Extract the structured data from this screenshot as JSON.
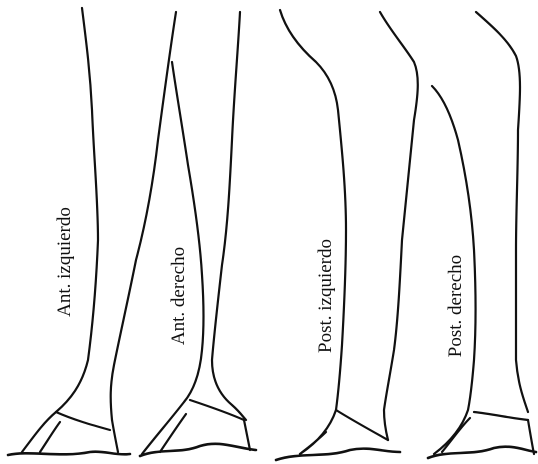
{
  "diagram": {
    "legs": [
      {
        "id": "ant-izq",
        "label": "Ant. izquierdo"
      },
      {
        "id": "ant-der",
        "label": "Ant. derecho"
      },
      {
        "id": "post-izq",
        "label": "Post. izquierdo"
      },
      {
        "id": "post-der",
        "label": "Post. derecho"
      }
    ],
    "colors": {
      "stroke": "#111111",
      "background": "#ffffff"
    }
  }
}
